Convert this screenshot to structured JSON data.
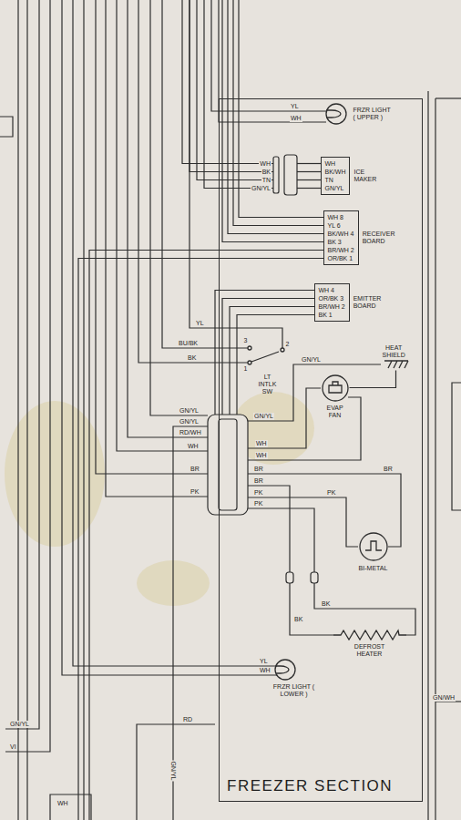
{
  "diagram": {
    "nodes": [
      {
        "text": [
          "FREEZER SECTION"
        ]
      },
      {
        "text": [
          "FRZR LIGHT ( UPPER )"
        ],
        "in": 0
      },
      {
        "text": [
          "WH",
          "BK/WH",
          "TN",
          "GN/YL",
          "ICE MAKER"
        ],
        "in": 0
      },
      {
        "text": [
          "WH 8",
          "YL 6",
          "BK/WH 4",
          "BK 3",
          "BR/WH 2",
          "OR/BK 1",
          "RECEIVER BOARD"
        ],
        "in": 0
      },
      {
        "text": [
          "WH 4",
          "OR/BK 3",
          "BR/WH 2",
          "BK 1",
          "EMITTER BOARD"
        ],
        "in": 0
      },
      {
        "text": [
          "3",
          "2",
          "1",
          "LT INTLK SW"
        ],
        "in": 0
      },
      {
        "text": [
          "HEAT SHIELD"
        ],
        "in": 0
      },
      {
        "text": [
          "EVAP FAN"
        ],
        "in": 0
      },
      {
        "text": [
          "BI-METAL"
        ],
        "in": 0
      },
      {
        "text": [
          "DEFROST HEATER"
        ],
        "in": 0
      },
      {
        "text": [
          "FRZR LIGHT ( LOWER )"
        ],
        "in": 0
      }
    ],
    "edges": [
      {
        "from": 7,
        "to": 6,
        "arrow": "none"
      }
    ],
    "labels": [
      "YL",
      "WH",
      "WH",
      "BK",
      "TN",
      "GN/YL",
      "YL",
      "BU/BK",
      "BK",
      "GN/YL",
      "GN/YL",
      "GN/YL",
      "RD/WH",
      "WH",
      "BR",
      "PK",
      "GN/YL",
      "WH",
      "WH",
      "BR",
      "BR",
      "PK",
      "PK",
      "BR",
      "PK",
      "BK",
      "BK",
      "YL",
      "WH",
      "RD",
      "GN/YL",
      "VI",
      "WH",
      "GN/YL",
      "GN/WH"
    ]
  }
}
